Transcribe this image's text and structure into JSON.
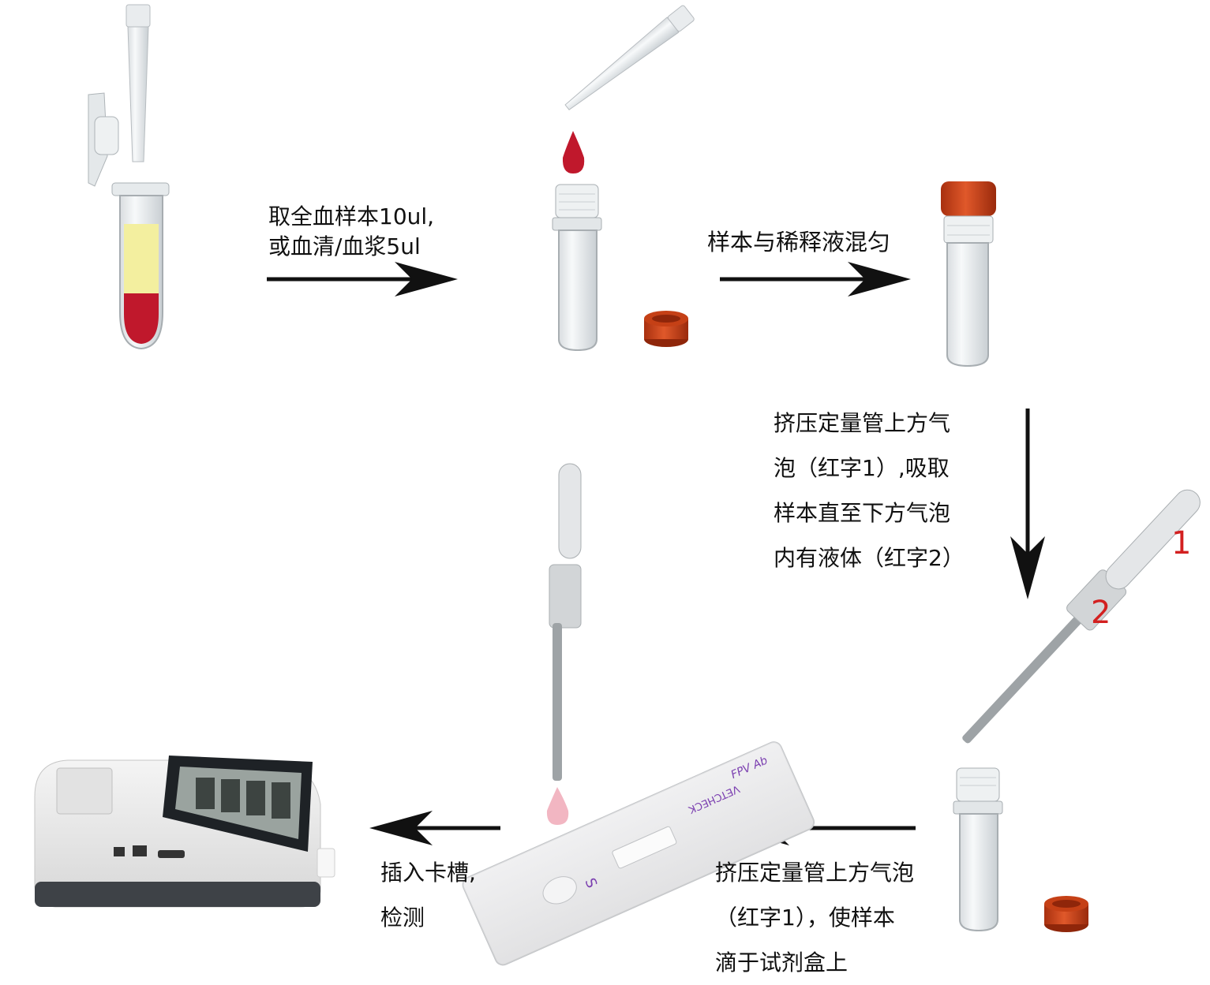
{
  "colors": {
    "blood": "#c0182c",
    "serum": "#f3ef9f",
    "cap": "#d2481e",
    "text": "#111111",
    "marker_number": "#d32020",
    "brand": "#7b3fb0"
  },
  "steps": {
    "step1": {
      "lines": [
        "取全血样本10ul,",
        "或血清/血浆5ul"
      ]
    },
    "step2": {
      "lines": [
        "样本与稀释液混匀"
      ]
    },
    "step3": {
      "lines": [
        "挤压定量管上方气",
        "泡（红字1）,吸取",
        "样本直至下方气泡",
        "内有液体（红字2）"
      ]
    },
    "step4": {
      "lines": [
        "挤压定量管上方气泡",
        "（红字1），使样本",
        "滴于试剂盒上"
      ]
    },
    "step5": {
      "lines": [
        "插入卡槽,",
        "检测"
      ]
    }
  },
  "dropper_markers": {
    "top": "1",
    "bottom": "2"
  },
  "cassette": {
    "brand": "VETCHECK",
    "product": "FPV Ab",
    "sample_mark": "S"
  },
  "icons": {
    "pipette": "pipette-tip-icon",
    "tube": "centrifuge-tube-icon",
    "vial": "diluent-vial-icon",
    "dropper": "quantitative-dropper-icon",
    "cassette": "test-cassette-icon",
    "analyzer": "analyzer-device-icon"
  }
}
